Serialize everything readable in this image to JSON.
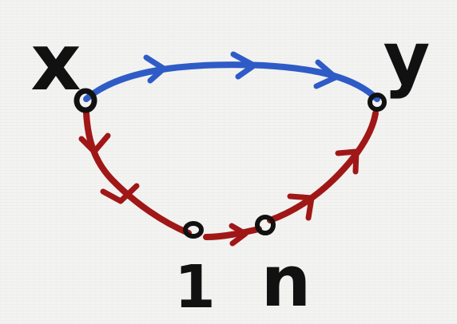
{
  "diagram": {
    "labels": {
      "x": "x",
      "y": "y",
      "one": "1",
      "n": "n"
    },
    "colors": {
      "ink": "#111111",
      "blue_path": "#2f5bc7",
      "red_path": "#a01717"
    }
  }
}
